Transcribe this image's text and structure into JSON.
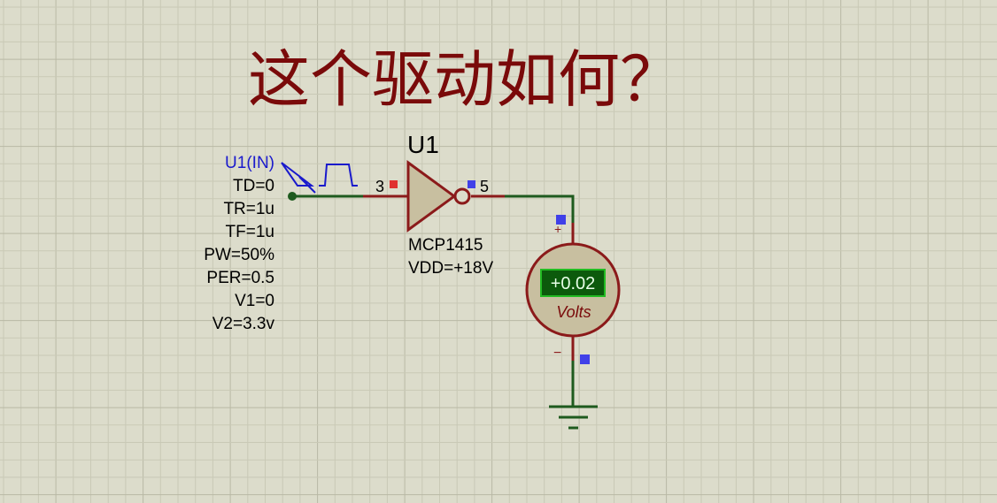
{
  "title": "这个驱动如何？",
  "generator": {
    "name": "U1(IN)",
    "params": [
      "TD=0",
      "TR=1u",
      "TF=1u",
      "PW=50%",
      "PER=0.5",
      "V1=0",
      "V2=3.3v"
    ]
  },
  "driver": {
    "ref": "U1",
    "part": "MCP1415",
    "supply": "VDD=+18V",
    "pin_in": "3",
    "pin_out": "5"
  },
  "voltmeter": {
    "reading": "+0.02",
    "unit": "Volts",
    "plus": "+",
    "minus": "−"
  },
  "colors": {
    "background": "#dcdccb",
    "grid_minor": "#c9c9b6",
    "grid_major": "#b9b9a5",
    "wire": "#1e5a1e",
    "lead": "#8b1a1a",
    "component_fill": "#c8bfa0",
    "title": "#7a0a0a",
    "label_blue": "#1a1acc",
    "pin_red": "#e03030",
    "pin_blue": "#4040e8",
    "meter_display": "#0c5a0c",
    "meter_text": "#e8ffe8"
  }
}
